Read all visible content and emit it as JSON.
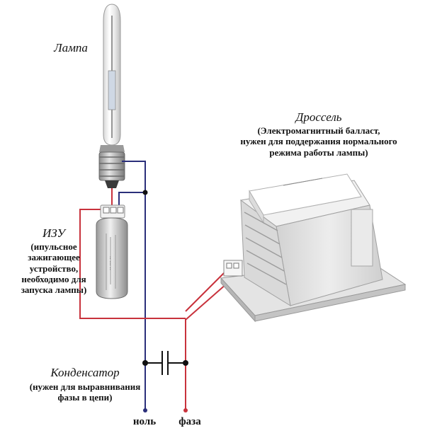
{
  "labels": {
    "lamp": "Лампа",
    "choke_title": "Дроссель",
    "choke_desc": [
      "(Электромагнитный балласт,",
      "нужен для поддержания нормального",
      "режима работы лампы)"
    ],
    "izu_title": "ИЗУ",
    "izu_desc": [
      "(ипульсное",
      "зажигающее",
      "устройство,",
      "необходимо для",
      "запуска лампы)"
    ],
    "capacitor_title": "Конденсатор",
    "capacitor_desc": [
      "(нужен для выравнивания",
      "фазы в цепи)"
    ],
    "neutral": "ноль",
    "phase": "фаза"
  },
  "colors": {
    "neutral_wire": "#2b2f7a",
    "phase_wire": "#c8323c",
    "wire_dot": "#111111"
  }
}
